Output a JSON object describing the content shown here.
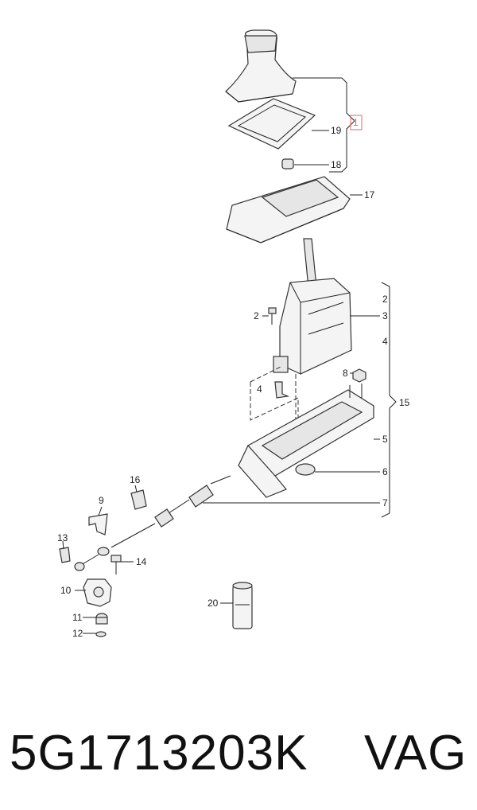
{
  "callouts": {
    "c1": "1",
    "c2a": "2",
    "c2b": "2",
    "c3": "3",
    "c4a": "4",
    "c4b": "4",
    "c5": "5",
    "c6": "6",
    "c7": "7",
    "c8": "8",
    "c9": "9",
    "c10": "10",
    "c11": "11",
    "c12": "12",
    "c13": "13",
    "c14": "14",
    "c15": "15",
    "c16": "16",
    "c17": "17",
    "c18": "18",
    "c19": "19",
    "c20": "20"
  },
  "caption": {
    "part_number": "5G1713203K",
    "brand": "VAG"
  },
  "colors": {
    "highlight": "#e06a6a",
    "line": "#222222"
  }
}
